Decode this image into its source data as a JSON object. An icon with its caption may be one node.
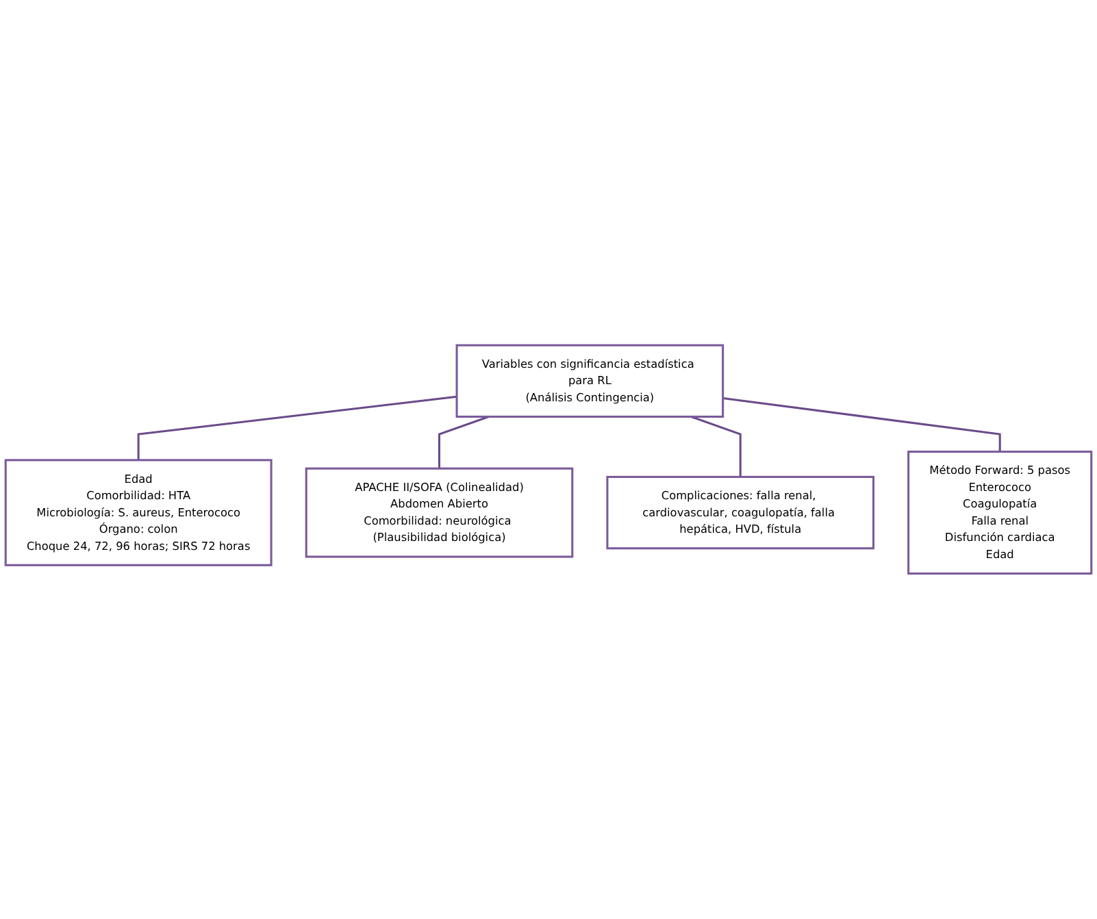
{
  "diagram": {
    "nodes": [
      {
        "text": [
          "Variables con significancia estadística para RL",
          "(Análisis Contingencia)"
        ]
      },
      {
        "text": [
          "Edad",
          "Comorbilidad: HTA",
          "Microbiología: S. aureus, Enterococo",
          "Órgano: colon",
          "Choque 24, 72, 96 horas; SIRS 72 horas"
        ]
      },
      {
        "text": [
          "APACHE II/SOFA (Colinealidad)",
          "Abdomen Abierto",
          "Comorbilidad: neurológica (Plausibilidad biológica)"
        ]
      },
      {
        "text": [
          "Complicaciones: falla renal, cardiovascular, coagulopatía, falla hepática, HVD, fístula"
        ]
      },
      {
        "text": [
          "Método Forward: 5 pasos",
          "Enterococo",
          "Coagulopatía",
          "Falla renal",
          "Disfunción cardiaca",
          "Edad"
        ]
      }
    ],
    "edges": [
      {
        "from": 0,
        "to": 1,
        "arrow": "none"
      },
      {
        "from": 0,
        "to": 2,
        "arrow": "none"
      },
      {
        "from": 0,
        "to": 3,
        "arrow": "none"
      },
      {
        "from": 0,
        "to": 4,
        "arrow": "none"
      }
    ]
  }
}
